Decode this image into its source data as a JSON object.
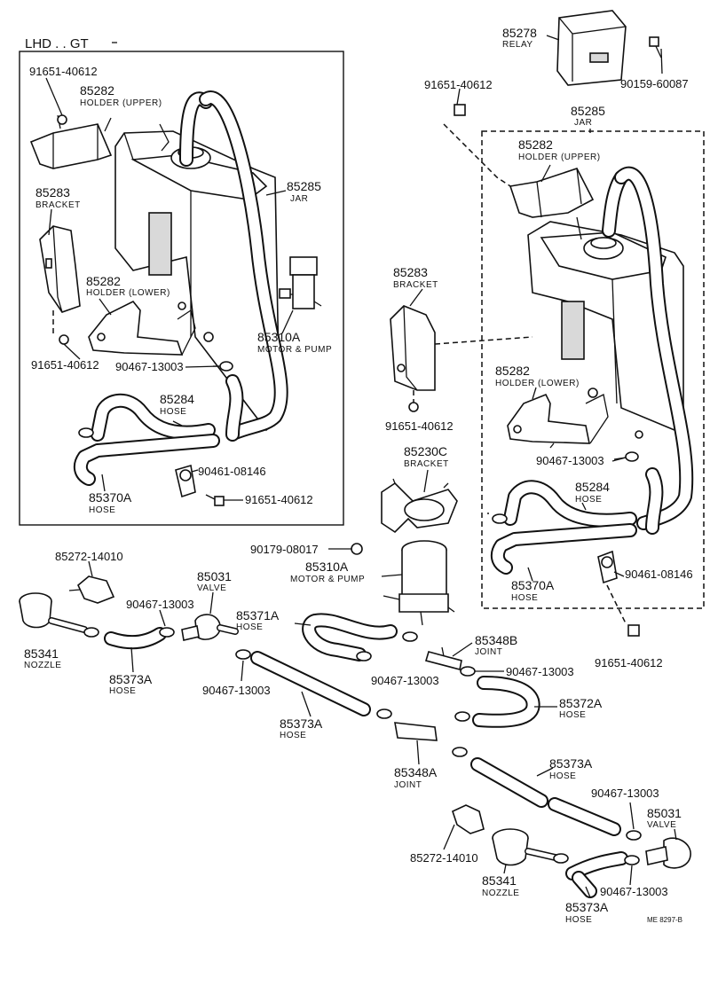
{
  "header_label": "LHD . . GT",
  "diagram_code": "ME  8297-B",
  "labels": {
    "l_91651_a": "91651-40612",
    "l_85282_upper_a": "85282",
    "l_holder_upper_a": "HOLDER (UPPER)",
    "l_85283_a": "85283",
    "l_bracket_a": "BRACKET",
    "l_85282_lower_a": "85282",
    "l_holder_lower_a": "HOLDER (LOWER)",
    "l_85285_a": "85285",
    "l_jar_a": "JAR",
    "l_85310a_a": "85310A",
    "l_motor_pump_a": "MOTOR & PUMP",
    "l_91651_b": "91651-40612",
    "l_90467_a": "90467-13003",
    "l_85284_a": "85284",
    "l_hose_85284_a": "HOSE",
    "l_90461_a": "90461-08146",
    "l_85370a_a": "85370A",
    "l_hose_85370a_a": "HOSE",
    "l_91651_c": "91651-40612",
    "l_85278": "85278",
    "l_relay": "RELAY",
    "l_90159": "90159-60087",
    "l_91651_d": "91651-40612",
    "l_85285_b": "85285",
    "l_jar_b": "JAR",
    "l_85282_upper_b": "85282",
    "l_holder_upper_b": "HOLDER (UPPER)",
    "l_85283_b": "85283",
    "l_bracket_b": "BRACKET",
    "l_85282_lower_b": "85282",
    "l_holder_lower_b": "HOLDER (LOWER)",
    "l_91651_e": "91651-40612",
    "l_85230c": "85230C",
    "l_bracket_c": "BRACKET",
    "l_90467_b": "90467-13003",
    "l_85284_b": "85284",
    "l_hose_85284_b": "HOSE",
    "l_90179": "90179-08017",
    "l_85310a_b": "85310A",
    "l_motor_pump_b": "MOTOR & PUMP",
    "l_85370a_b": "85370A",
    "l_hose_85370a_b": "HOSE",
    "l_90461_b": "90461-08146",
    "l_91651_f": "91651-40612",
    "l_85272_a": "85272-14010",
    "l_85031_a": "85031",
    "l_valve_a": "VALVE",
    "l_90467_c": "90467-13003",
    "l_85371a": "85371A",
    "l_hose_85371a": "HOSE",
    "l_85341_a": "85341",
    "l_nozzle_a": "NOZZLE",
    "l_85373a_a": "85373A",
    "l_hose_85373a_a": "HOSE",
    "l_90467_d": "90467-13003",
    "l_85348b": "85348B",
    "l_joint_b": "JOINT",
    "l_90467_e": "90467-13003",
    "l_90467_f": "90467-13003",
    "l_85373a_b": "85373A",
    "l_hose_85373a_b": "HOSE",
    "l_85372a": "85372A",
    "l_hose_85372a": "HOSE",
    "l_85348a": "85348A",
    "l_joint_a": "JOINT",
    "l_85373a_c": "85373A",
    "l_hose_85373a_c": "HOSE",
    "l_90467_g": "90467-13003",
    "l_85031_b": "85031",
    "l_valve_b": "VALVE",
    "l_85272_b": "85272-14010",
    "l_85341_b": "85341",
    "l_nozzle_b": "NOZZLE",
    "l_90467_h": "90467-13003",
    "l_85373a_d": "85373A",
    "l_hose_85373a_d": "HOSE"
  }
}
